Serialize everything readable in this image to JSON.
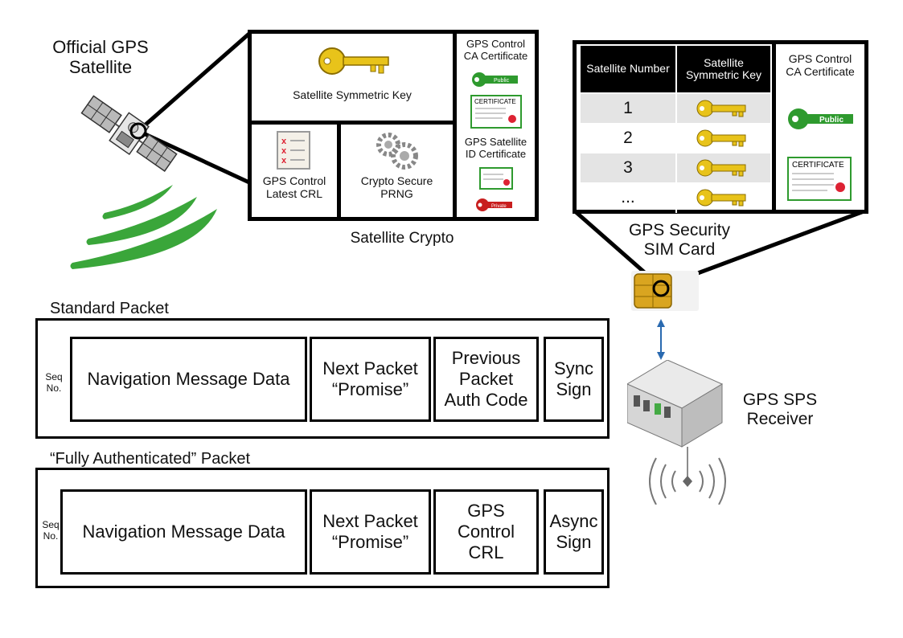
{
  "satellite": {
    "title_line1": "Official GPS",
    "title_line2": "Satellite"
  },
  "sat_crypto": {
    "caption": "Satellite Crypto",
    "symmetric_key": "Satellite Symmetric  Key",
    "crl_line1": "GPS Control",
    "crl_line2": "Latest CRL",
    "prng_line1": "Crypto Secure",
    "prng_line2": "PRNG",
    "ca_line1": "GPS Control",
    "ca_line2": "CA Certificate",
    "id_line1": "GPS Satellite",
    "id_line2": "ID Certificate",
    "public_tag": "Public",
    "private_tag": "Private",
    "cert_text": "CERTIFICATE"
  },
  "sim": {
    "caption_line1": "GPS Security",
    "caption_line2": "SIM Card",
    "col1_header": "Satellite Number",
    "col2_header": "Satellite Symmetric Key",
    "ca_line1": "GPS Control",
    "ca_line2": "CA Certificate",
    "public_tag": "Public",
    "cert_text": "CERTIFICATE",
    "rows": [
      "1",
      "2",
      "3",
      "..."
    ]
  },
  "receiver": {
    "line1": "GPS SPS",
    "line2": "Receiver"
  },
  "standard_packet": {
    "title": "Standard Packet",
    "seq_line1": "Seq",
    "seq_line2": "No.",
    "nav": "Navigation Message Data",
    "next_line1": "Next Packet",
    "next_line2": "“Promise”",
    "prev_line1": "Previous",
    "prev_line2": "Packet",
    "prev_line3": "Auth Code",
    "sign_line1": "Sync",
    "sign_line2": "Sign"
  },
  "full_packet": {
    "title": "“Fully Authenticated” Packet",
    "seq_line1": "Seq",
    "seq_line2": "No.",
    "nav": "Navigation Message Data",
    "next_line1": "Next Packet",
    "next_line2": "“Promise”",
    "crl_line1": "GPS",
    "crl_line2": "Control",
    "crl_line3": "CRL",
    "sign_line1": "Async",
    "sign_line2": "Sign"
  },
  "colors": {
    "key_gold": "#e8c31a",
    "public_green": "#2e9a2e",
    "private_red": "#c81e1e",
    "wave_green": "#3aa63a",
    "arrow_blue": "#2a6ab0",
    "row_shade": "#e4e4e4"
  }
}
